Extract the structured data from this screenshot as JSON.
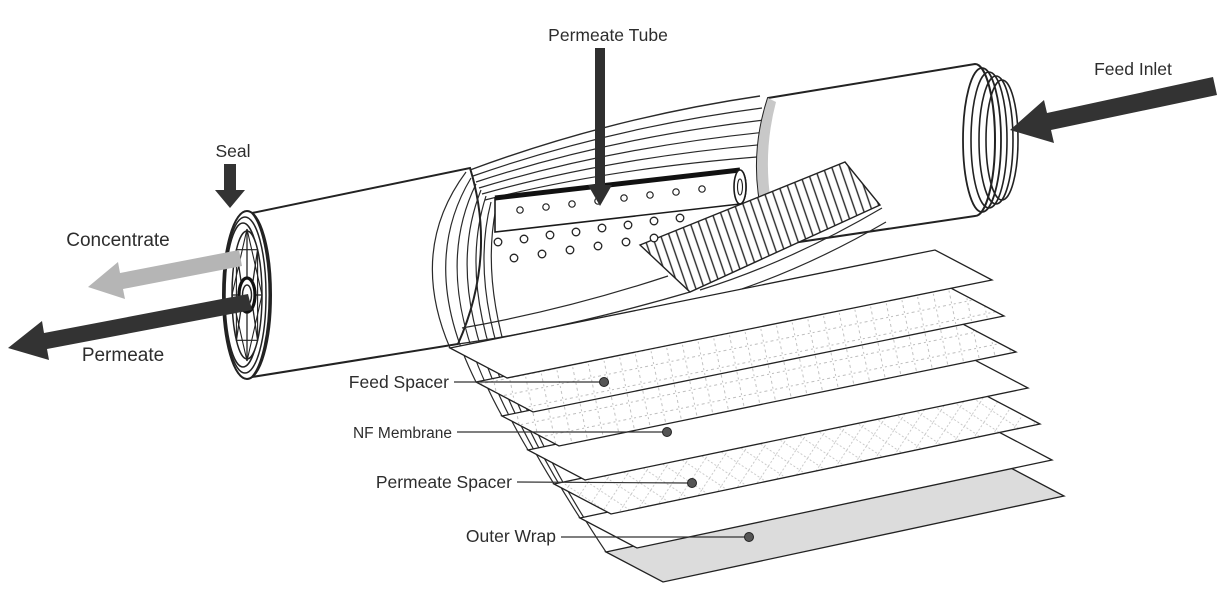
{
  "labels": {
    "permeate_tube": "Permeate Tube",
    "feed_inlet": "Feed Inlet",
    "seal": "Seal",
    "concentrate": "Concentrate",
    "permeate": "Permeate",
    "feed_spacer": "Feed Spacer",
    "nf_membrane": "NF Membrane",
    "permeate_spacer": "Permeate Spacer",
    "outer_wrap": "Outer Wrap"
  },
  "colors": {
    "outline": "#222222",
    "text": "#2d2d2d",
    "arrow_dark": "#333333",
    "arrow_gray": "#b5b5b5",
    "outer_wrap_fill": "#dcdcdc",
    "cut_face_gray": "#c8c8c8",
    "background": "#ffffff"
  }
}
